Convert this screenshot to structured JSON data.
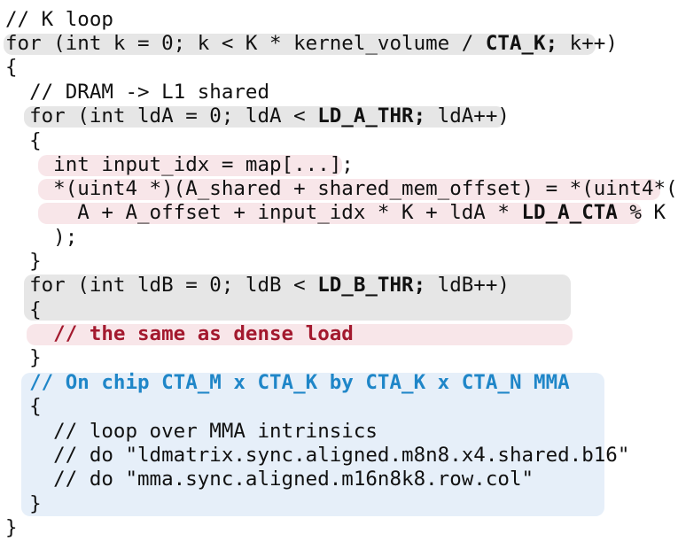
{
  "code": {
    "l01": "// K loop",
    "l02a": "for (int k = 0; k < K * kernel_volume / ",
    "l02b": "CTA_K;",
    "l02c": " k++)",
    "l03": "{",
    "l04": "  // DRAM -> L1 shared",
    "l05a": "  for (int ldA = 0; ldA < ",
    "l05b": "LD_A_THR;",
    "l05c": " ldA++)",
    "l06": "  {",
    "l07": "    int input_idx = map[...];",
    "l08": "    *(uint4 *)(A_shared + shared_mem_offset) = *(uint4*(",
    "l09a": "      A + A_offset + input_idx * K + ldA * ",
    "l09b": "LD_A_CTA",
    "l09c": " % K",
    "l10": "    );",
    "l11": "  }",
    "l12a": "  for (int ldB = 0; ldB < ",
    "l12b": "LD_B_THR;",
    "l12c": " ldB++)",
    "l13": "  {",
    "l14": "    // the same as dense load",
    "l15": "  }",
    "l16": "  // On chip CTA_M x CTA_K by CTA_K x CTA_N MMA",
    "l17": "  {",
    "l18": "    // loop over MMA intrinsics",
    "l19": "    // do \"ldmatrix.sync.aligned.m8n8.x4.shared.b16\"",
    "l20": "    // do \"mma.sync.aligned.m16n8k8.row.col\"",
    "l21": "  }",
    "l22": "}"
  },
  "colors": {
    "highlight_gray": "#e6e6e6",
    "highlight_pink": "#f8e6e9",
    "highlight_blue": "#e6eff9",
    "comment_red": "#a3192e",
    "comment_blue": "#1f86c8"
  }
}
